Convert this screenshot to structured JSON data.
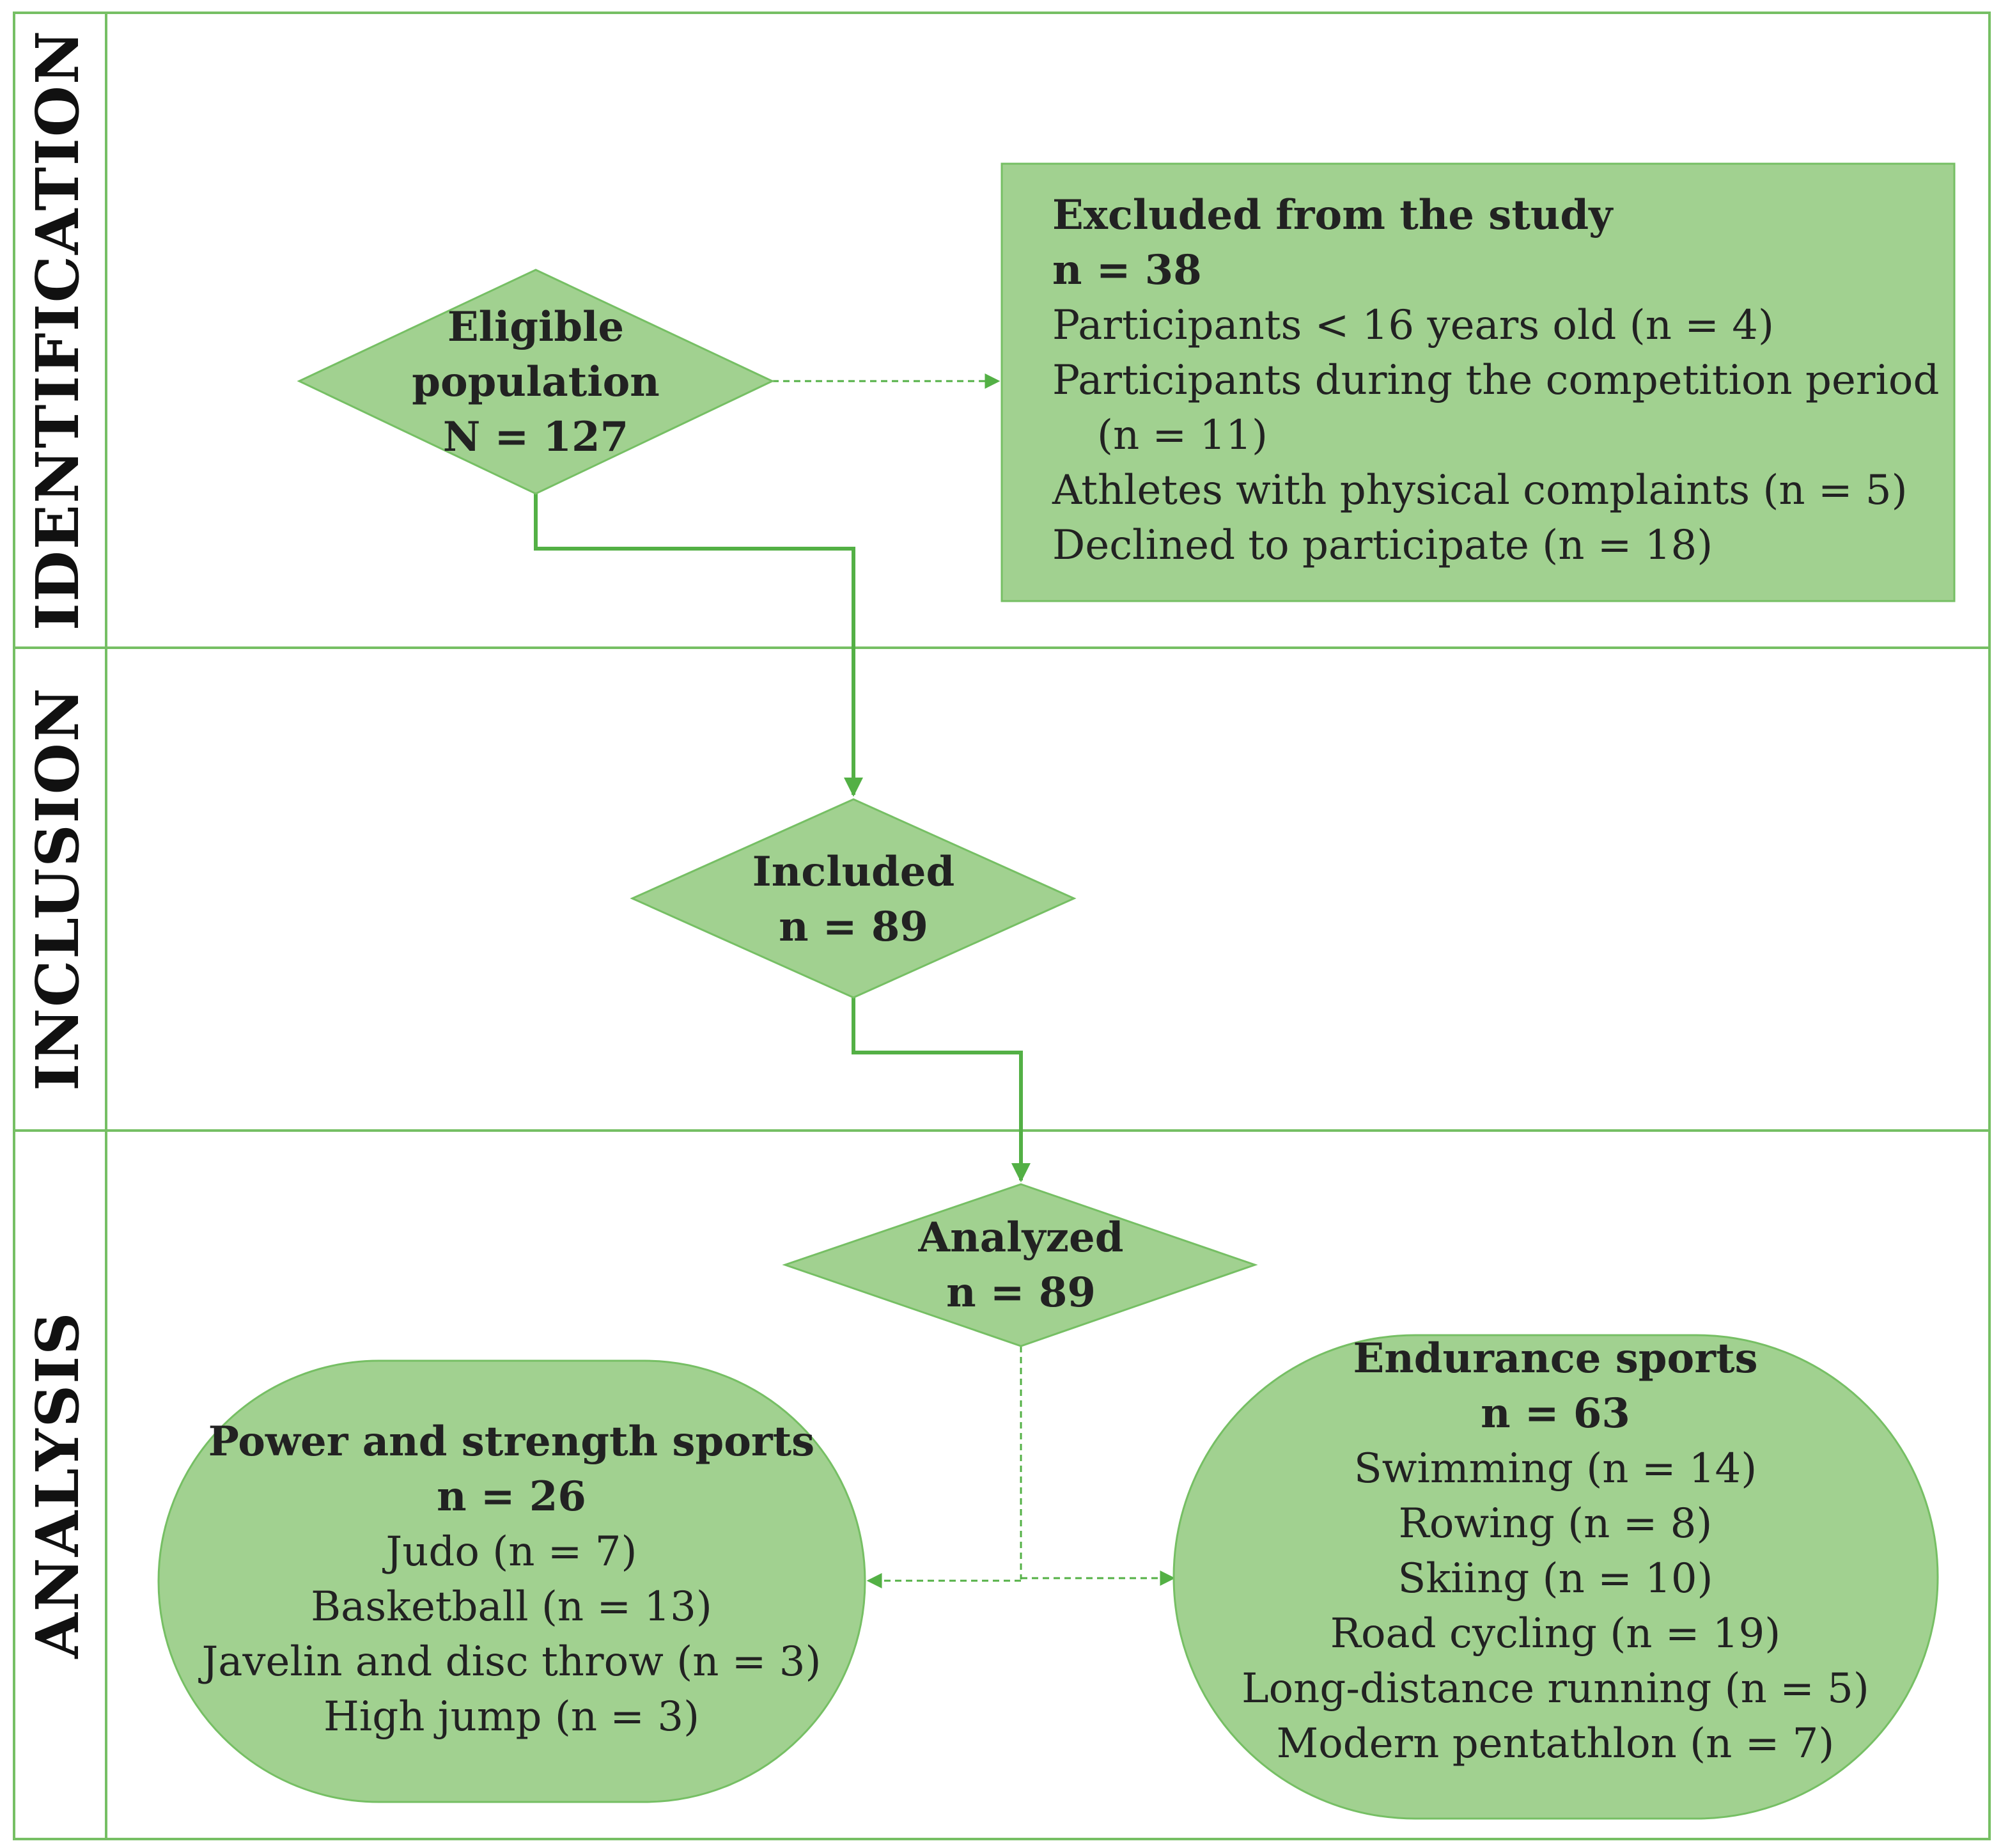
{
  "phases": {
    "identification": "IDENTIFICATION",
    "inclusion": "INCLUSION",
    "analysis": "ANALYSIS"
  },
  "eligible": {
    "title": "Eligible population",
    "count": "N = 127"
  },
  "excluded": {
    "title": "Excluded from the study",
    "count": "n = 38",
    "reasons": [
      "Participants < 16 years old (n = 4)",
      "Participants during the competition period",
      "(n = 11)",
      "Athletes with physical complaints (n = 5)",
      "Declined to participate (n = 18)"
    ]
  },
  "included": {
    "title": "Included",
    "count": "n = 89"
  },
  "analyzed": {
    "title": "Analyzed",
    "count": "n = 89"
  },
  "power_group": {
    "title": "Power and strength sports",
    "count": "n = 26",
    "items": [
      "Judo (n = 7)",
      "Basketball (n = 13)",
      "Javelin and disc throw (n = 3)",
      "High jump (n = 3)"
    ]
  },
  "endurance_group": {
    "title": "Endurance sports",
    "count": "n = 63",
    "items": [
      "Swimming (n = 14)",
      "Rowing (n = 8)",
      "Skiing (n = 10)",
      "Road cycling (n = 19)",
      "Long-distance running (n = 5)",
      "Modern pentathlon (n = 7)"
    ]
  },
  "colors": {
    "fill": "#a1d190",
    "stroke": "#53b045",
    "border": "#76bf64",
    "text": "#222222"
  }
}
